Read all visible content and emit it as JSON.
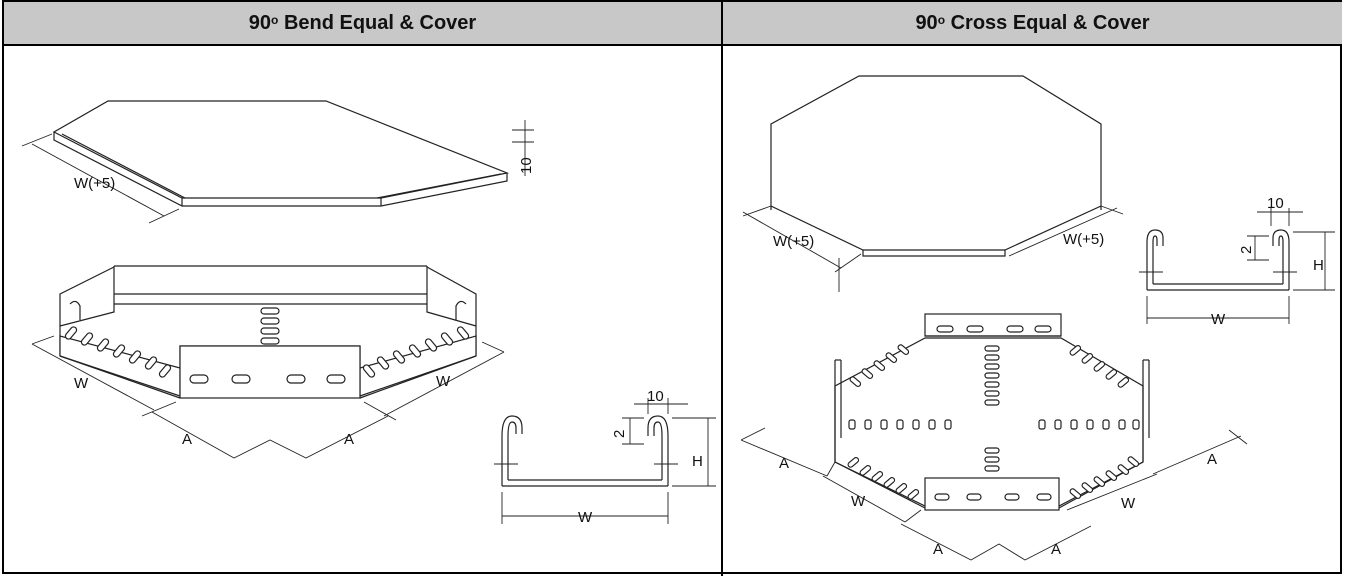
{
  "left_panel": {
    "title_prefix": "90",
    "title_degree": "o",
    "title_rest": " Bend Equal & Cover",
    "labels": {
      "cover_width": "W(+5)",
      "cover_height": "10",
      "tray_width_left": "W",
      "tray_width_right": "W",
      "arm_left": "A",
      "arm_right": "A",
      "section_top": "10",
      "section_lip": "2",
      "section_height": "H",
      "section_width": "W"
    }
  },
  "right_panel": {
    "title_prefix": "90",
    "title_degree": "o",
    "title_rest": " Cross Equal & Cover",
    "labels": {
      "cover_width_left": "W(+5)",
      "cover_width_right": "W(+5)",
      "section_top": "10",
      "section_lip": "2",
      "section_height": "H",
      "section_width": "W",
      "arm_left": "A",
      "arm_right": "A",
      "tray_width_left": "W",
      "tray_width_right": "W",
      "bottom_arm_left": "A",
      "bottom_arm_right": "A"
    }
  },
  "colors": {
    "header_bg": "#c8c8c8",
    "line": "#222222",
    "border": "#000000"
  }
}
